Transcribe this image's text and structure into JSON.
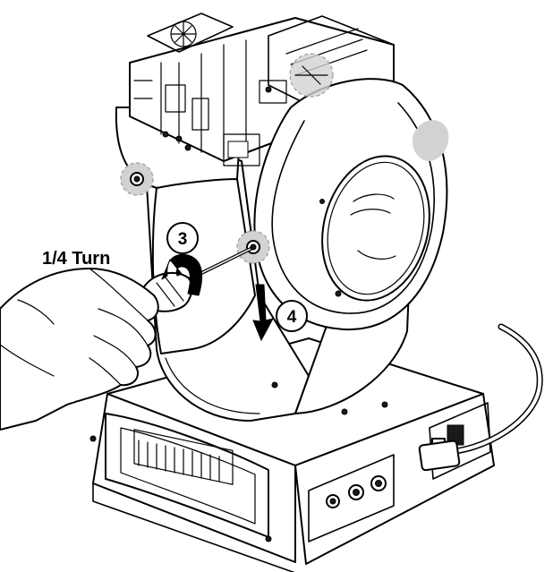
{
  "illustration": {
    "turn_label": "1/4 Turn",
    "callouts": [
      {
        "number": "3"
      },
      {
        "number": "4"
      }
    ]
  }
}
